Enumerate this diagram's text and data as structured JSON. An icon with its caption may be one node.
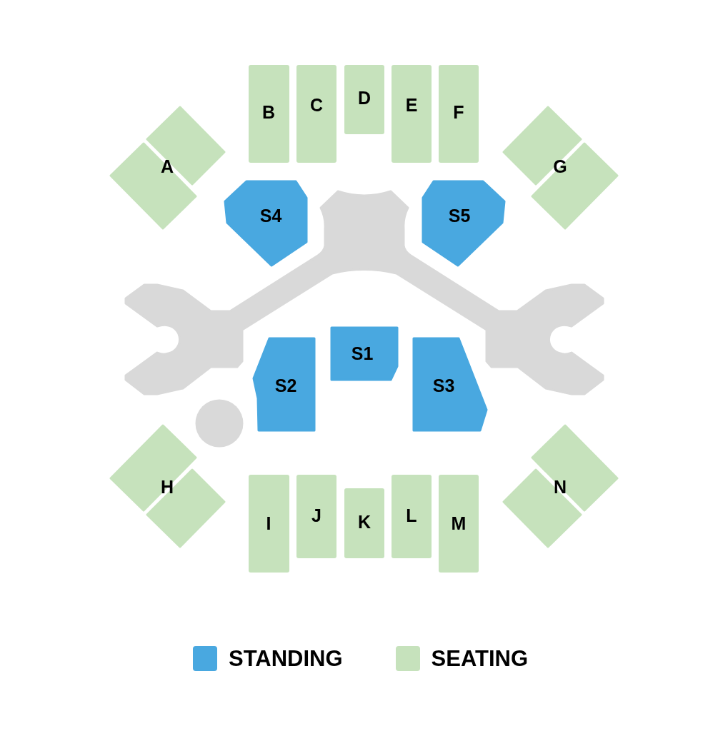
{
  "diagram": {
    "nodes": [
      {
        "text": [
          "A"
        ]
      },
      {
        "text": [
          "B"
        ]
      },
      {
        "text": [
          "C"
        ]
      },
      {
        "text": [
          "D"
        ]
      },
      {
        "text": [
          "E"
        ]
      },
      {
        "text": [
          "F"
        ]
      },
      {
        "text": [
          "G"
        ]
      },
      {
        "text": [
          "S4"
        ]
      },
      {
        "text": [
          "S5"
        ]
      },
      {
        "text": [
          "S1"
        ]
      },
      {
        "text": [
          "S2"
        ]
      },
      {
        "text": [
          "S3"
        ]
      },
      {
        "text": [
          "H"
        ]
      },
      {
        "text": [
          "I"
        ]
      },
      {
        "text": [
          "J"
        ]
      },
      {
        "text": [
          "K"
        ]
      },
      {
        "text": [
          "L"
        ]
      },
      {
        "text": [
          "M"
        ]
      },
      {
        "text": [
          "N"
        ]
      }
    ],
    "legend": [
      {
        "text": "STANDING",
        "color": "#49a8e0"
      },
      {
        "text": "SEATING",
        "color": "#c6e2bc"
      }
    ]
  }
}
